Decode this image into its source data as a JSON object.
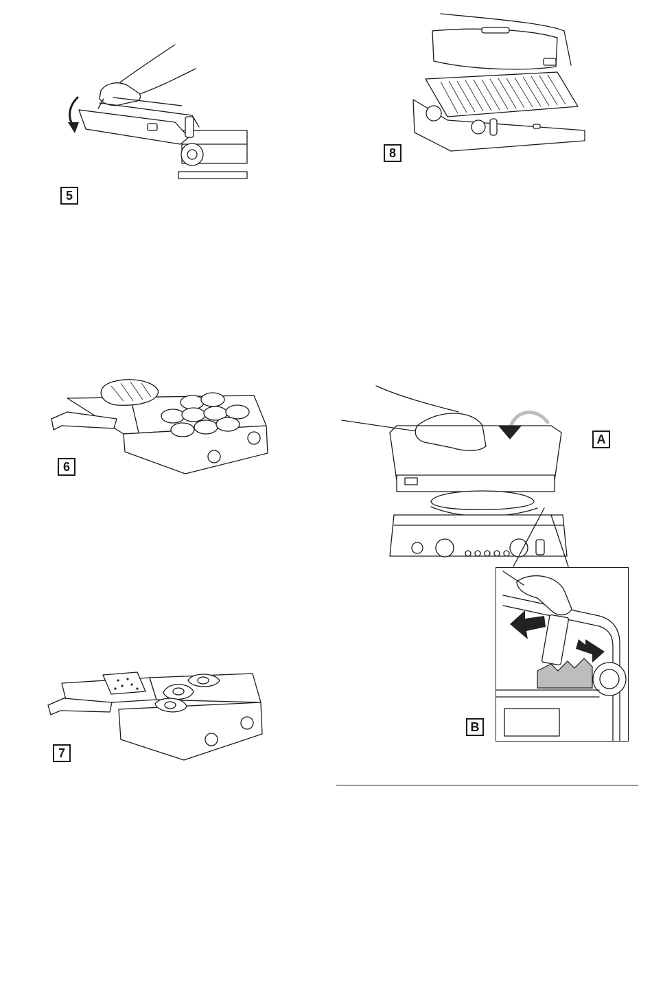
{
  "figures": [
    {
      "id": "5",
      "label": "5",
      "depicts": "hand-closing-grill-handle"
    },
    {
      "id": "8",
      "label": "8",
      "depicts": "grill-with-lid-raised"
    },
    {
      "id": "6",
      "label": "6",
      "depicts": "open-grill-with-steak-and-burgers"
    },
    {
      "id": "A",
      "label": "A",
      "depicts": "hand-pressing-lid-on-sandwich"
    },
    {
      "id": "7",
      "label": "7",
      "depicts": "open-griddle-with-eggs-and-toast"
    },
    {
      "id": "B",
      "label": "B",
      "depicts": "adjusting-height-bracket-detail"
    }
  ],
  "colors": {
    "ink": "#1a1a1a",
    "shade": "#bdbdbd",
    "paper": "#ffffff"
  }
}
